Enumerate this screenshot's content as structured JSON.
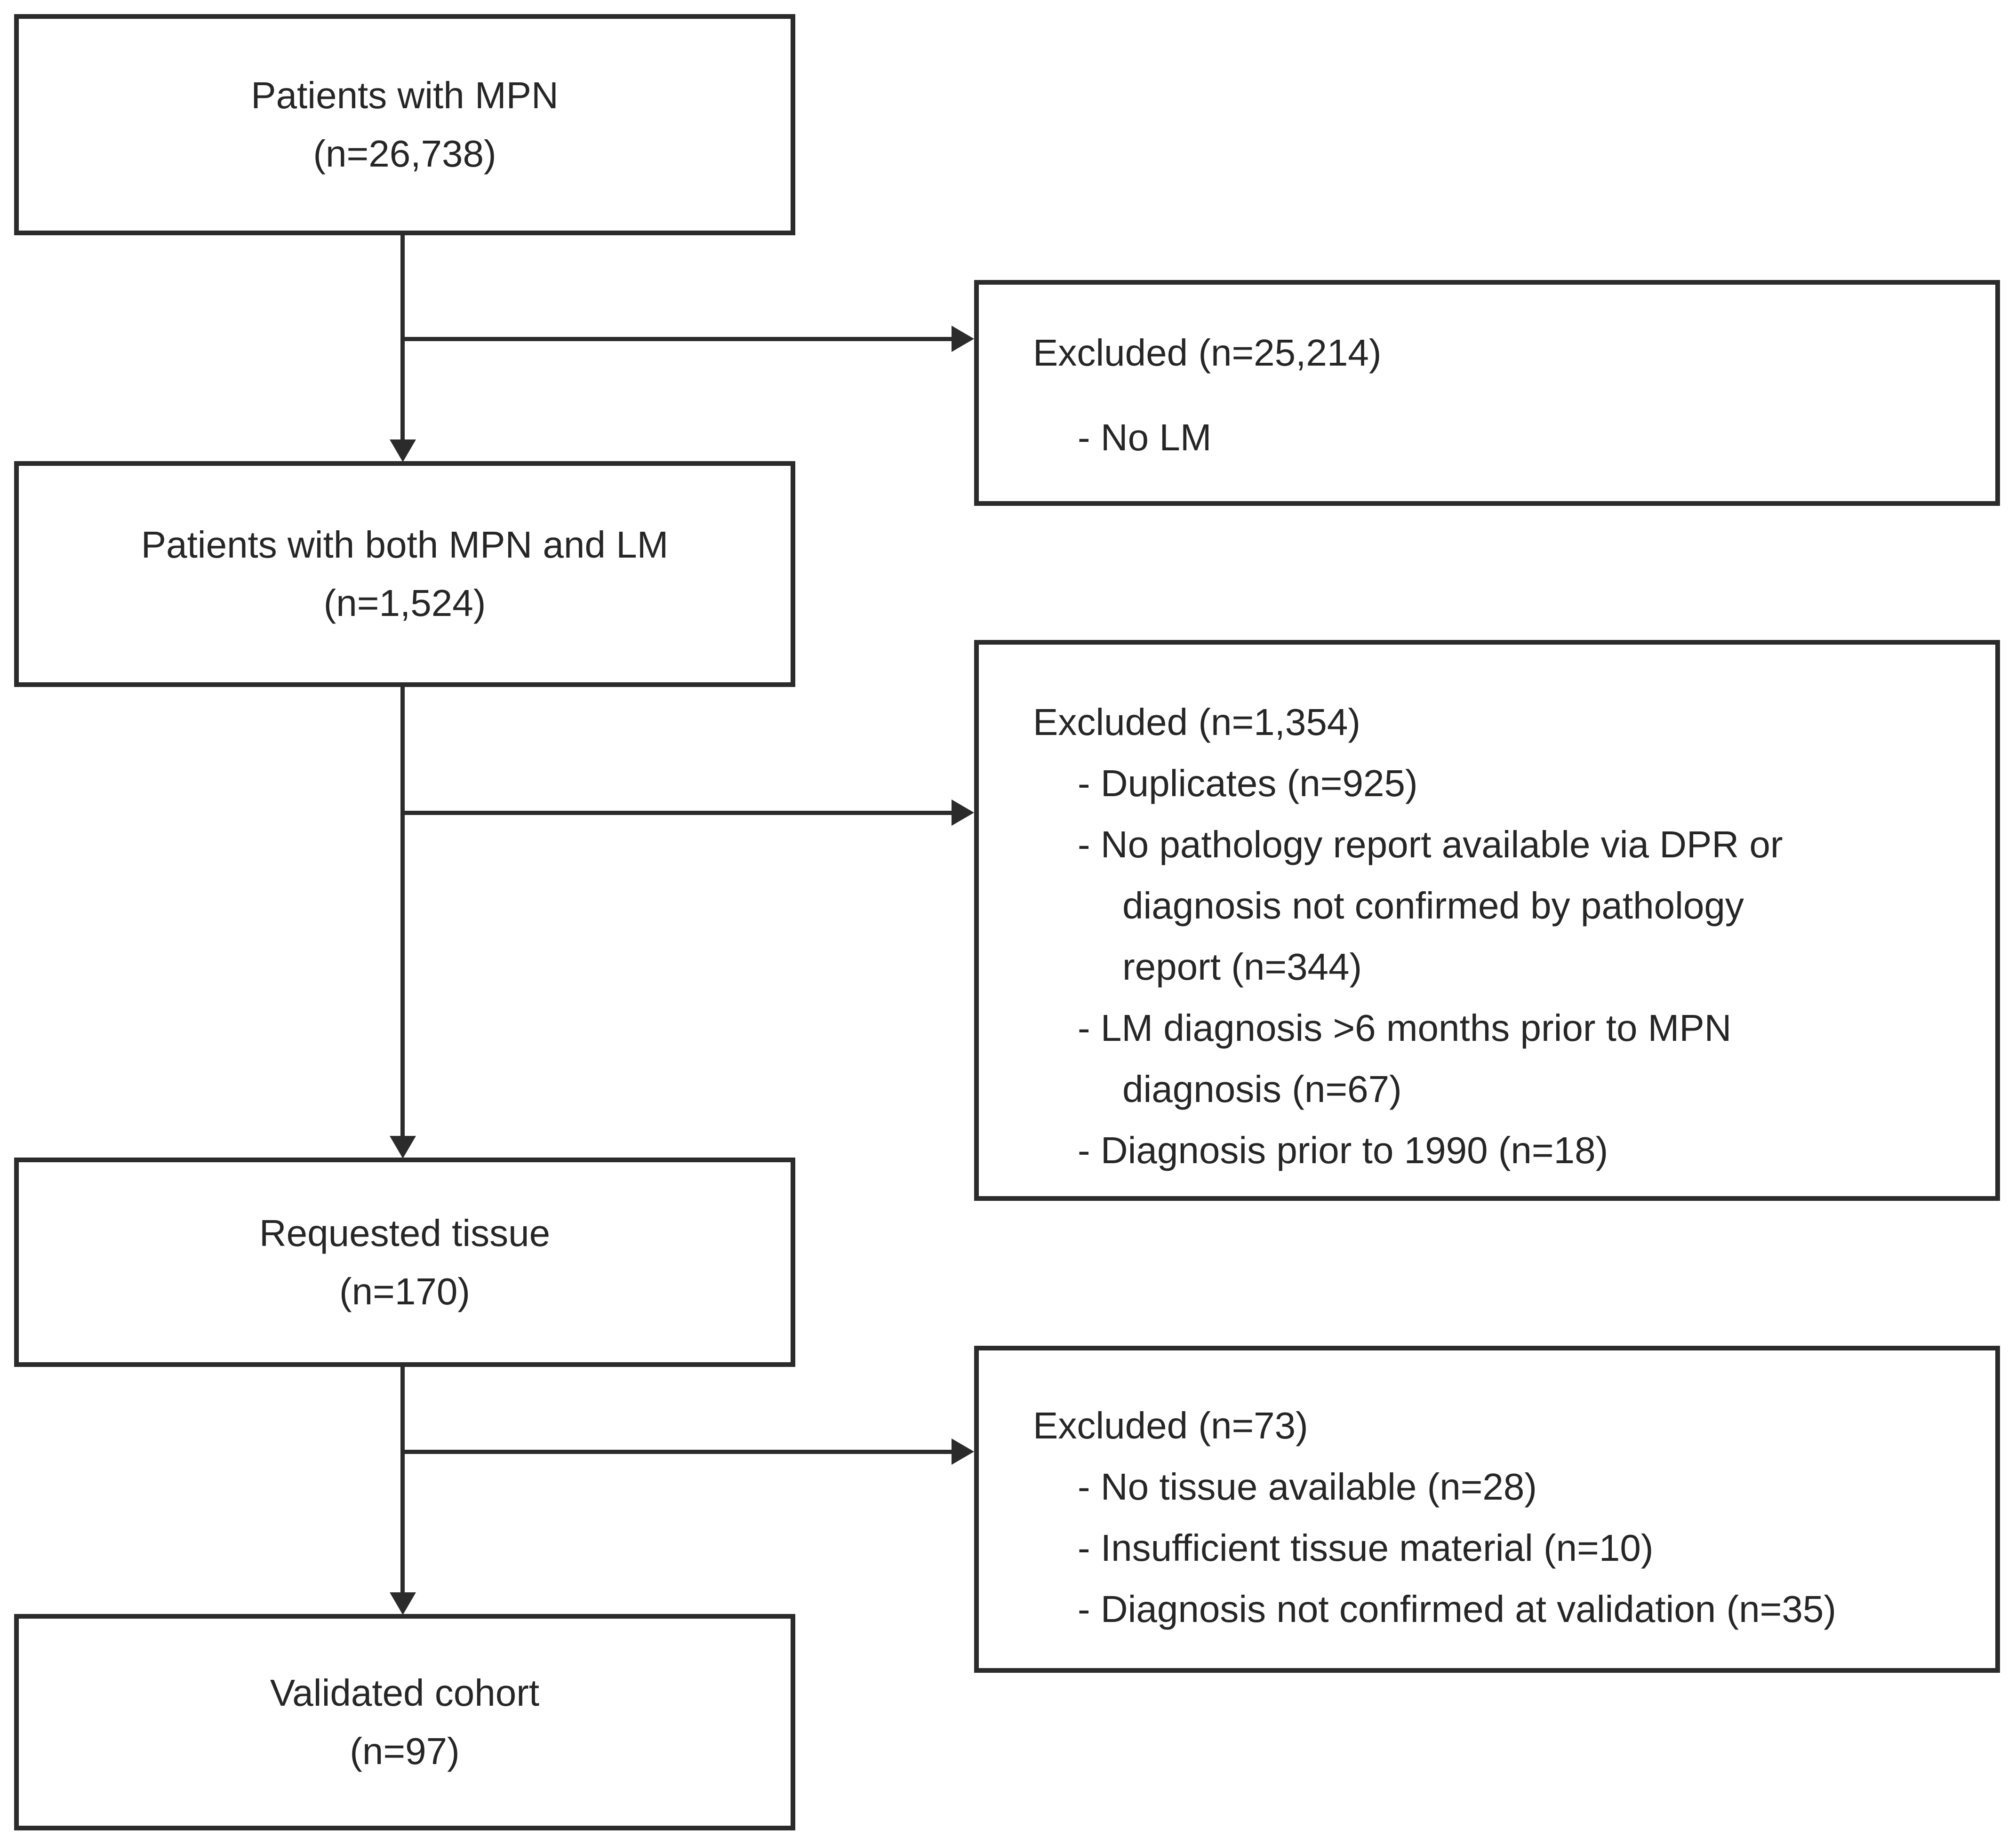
{
  "colors": {
    "stroke": "#2b2b2b",
    "text": "#262626",
    "background": "#ffffff"
  },
  "flow": {
    "steps": [
      {
        "line1": "Patients with MPN",
        "line2": "(n=26,738)"
      },
      {
        "line1": "Patients with both MPN and LM",
        "line2": "(n=1,524)"
      },
      {
        "line1": "Requested tissue",
        "line2": "(n=170)"
      },
      {
        "line1": "Validated cohort",
        "line2": "(n=97)"
      }
    ],
    "exclusions": [
      {
        "title": "Excluded (n=25,214)",
        "bullets": [
          "- No LM"
        ]
      },
      {
        "title": "Excluded (n=1,354)",
        "bullets": [
          "- Duplicates (n=925)",
          "- No pathology report available via DPR or\ndiagnosis not confirmed by pathology\nreport (n=344)",
          "- LM diagnosis >6 months prior to MPN\ndiagnosis (n=67)",
          "- Diagnosis prior to 1990 (n=18)"
        ]
      },
      {
        "title": "Excluded (n=73)",
        "bullets": [
          "- No tissue available (n=28)",
          "- Insufficient tissue material (n=10)",
          "- Diagnosis not confirmed at validation (n=35)"
        ]
      }
    ]
  }
}
